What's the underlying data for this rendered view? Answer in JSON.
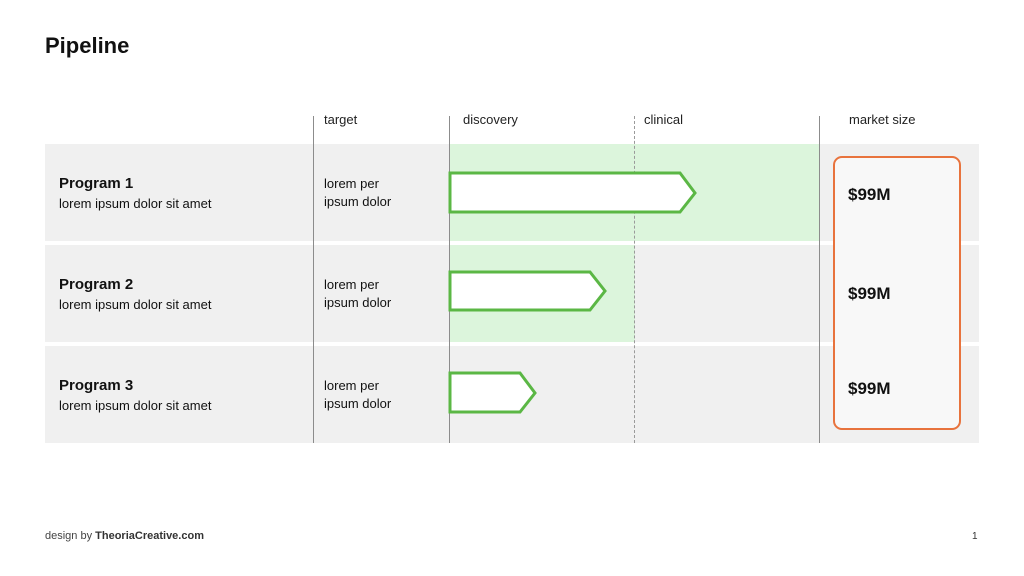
{
  "title": "Pipeline",
  "columns": {
    "target": "target",
    "discovery": "discovery",
    "clinical": "clinical",
    "market_size": "market size"
  },
  "colors": {
    "arrow_stroke": "#5bb745",
    "progress_fill": "#dcf5dc",
    "market_border": "#e8733d",
    "row_background": "#f0f0f0"
  },
  "programs": [
    {
      "name": "Program 1",
      "description": "lorem ipsum dolor sit amet",
      "target_line1": "lorem per",
      "target_line2": "ipsum dolor",
      "market_size": "$99M"
    },
    {
      "name": "Program 2",
      "description": "lorem ipsum dolor sit amet",
      "target_line1": "lorem per",
      "target_line2": "ipsum dolor",
      "market_size": "$99M"
    },
    {
      "name": "Program 3",
      "description": "lorem ipsum dolor sit amet",
      "target_line1": "lorem per",
      "target_line2": "ipsum dolor",
      "market_size": "$99M"
    }
  ],
  "footer": {
    "prefix": "design by ",
    "brand": "TheoriaCreative.com"
  },
  "page_number": "1"
}
